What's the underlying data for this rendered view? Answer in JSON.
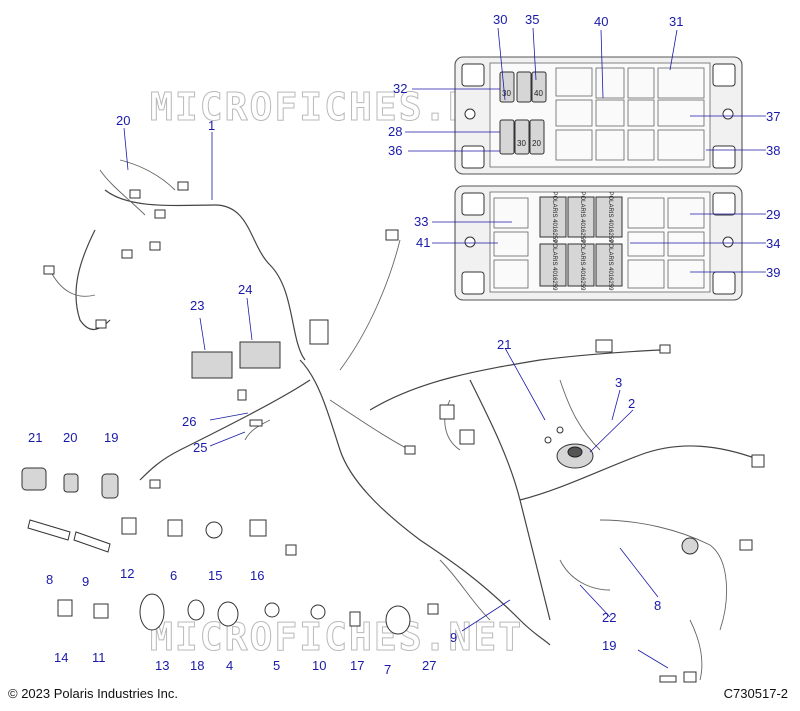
{
  "diagram": {
    "watermark": "MICROFICHES.NET",
    "copyright": "© 2023 Polaris Industries Inc.",
    "figure_id": "C730517-2",
    "fuse_labels": {
      "f30": "30",
      "f40": "40",
      "f20": "20"
    },
    "relay_text": "POLARIS 4016259",
    "callouts": {
      "c1": "1",
      "c2": "2",
      "c3": "3",
      "c4": "4",
      "c5": "5",
      "c6": "6",
      "c7": "7",
      "c8a": "8",
      "c8b": "8",
      "c9a": "9",
      "c9b": "9",
      "c10": "10",
      "c11": "11",
      "c12": "12",
      "c13": "13",
      "c14": "14",
      "c15": "15",
      "c16": "16",
      "c17": "17",
      "c18": "18",
      "c19a": "19",
      "c19b": "19",
      "c20a": "20",
      "c20b": "20",
      "c21a": "21",
      "c21b": "21",
      "c22": "22",
      "c23": "23",
      "c24": "24",
      "c25": "25",
      "c26": "26",
      "c27": "27",
      "c28": "28",
      "c29": "29",
      "c30": "30",
      "c31": "31",
      "c32": "32",
      "c33": "33",
      "c34": "34",
      "c35": "35",
      "c36": "36",
      "c37": "37",
      "c38": "38",
      "c39": "39",
      "c40": "40",
      "c41": "41"
    }
  }
}
